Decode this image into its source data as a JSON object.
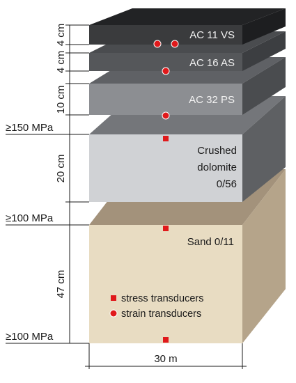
{
  "layers": [
    {
      "name": "AC 11 VS",
      "thickness": "4 cm"
    },
    {
      "name": "AC 16 AS",
      "thickness": "4 cm"
    },
    {
      "name": "AC 32 PS",
      "thickness": "10 cm"
    },
    {
      "name_lines": [
        "Crushed",
        "dolomite",
        "0/56"
      ],
      "thickness": "20 cm"
    },
    {
      "name": "Sand 0/11",
      "thickness": "47 cm"
    }
  ],
  "moduli": [
    "≥150 MPa",
    "≥100 MPa",
    "≥100 MPa"
  ],
  "width_label": "30 m",
  "legend": {
    "stress": "stress transducers",
    "strain": "strain transducers"
  },
  "colors": {
    "ac11": "#3a3b3d",
    "ac16": "#55575a",
    "ac32": "#8c8e92",
    "dolomite": "#d0d2d5",
    "sand": "#e8dcc2",
    "sensor": "#e0191b"
  }
}
